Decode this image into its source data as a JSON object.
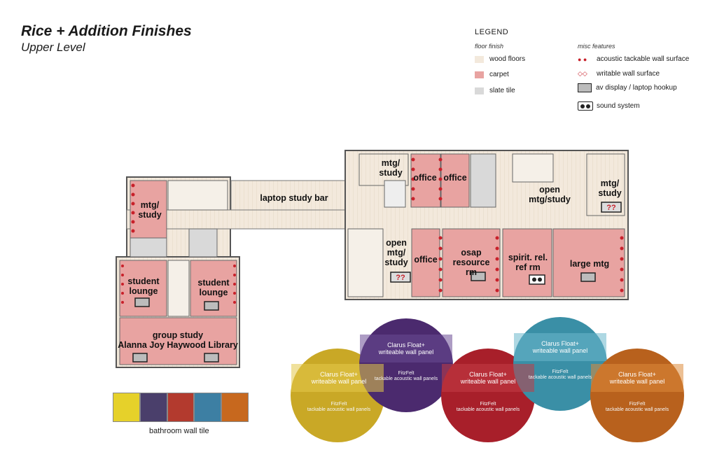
{
  "title": "Rice + Addition Finishes",
  "subtitle": "Upper Level",
  "legend": {
    "title": "LEGEND",
    "floor_heading": "floor finish",
    "misc_heading": "misc features",
    "floor_items": [
      {
        "label": "wood floors",
        "color": "#f3e9dc"
      },
      {
        "label": "carpet",
        "color": "#e8a3a1"
      },
      {
        "label": "slate tile",
        "color": "#d9d9d9"
      }
    ],
    "misc_items": [
      {
        "label": "acoustic tackable wall surface",
        "icon": "red-dots-icon"
      },
      {
        "label": "writable wall surface",
        "icon": "diamond-line-icon"
      },
      {
        "label": "av display / laptop hookup",
        "icon": "av-display-icon"
      },
      {
        "label": "sound system",
        "icon": "speaker-icon"
      }
    ]
  },
  "rooms": {
    "mtg_study_top": "mtg/\nstudy",
    "office_1": "office",
    "office_2": "office",
    "open_mtg_study_right": "open\nmtg/study",
    "mtg_study_far_right": "mtg/\nstudy",
    "mtg_study_left": "mtg/\nstudy",
    "laptop_study_bar": "laptop study bar",
    "open_mtg_study_center": "open\nmtg/\nstudy",
    "office_3": "office",
    "osap_resource": "osap\nresource\nrm",
    "spirit_rel": "spirit. rel.\nref rm",
    "large_mtg": "large mtg",
    "student_lounge_1": "student\nlounge",
    "student_lounge_2": "student\nlounge",
    "group_study": "group study\nAlanna Joy Haywood Library",
    "unknown_1": "??",
    "unknown_2": "??"
  },
  "bathroom_tile": {
    "caption": "bathroom wall tile",
    "colors": [
      "#e6d12a",
      "#4a3f6b",
      "#b33a2e",
      "#3d7fa3",
      "#c7681e"
    ]
  },
  "panels": [
    {
      "color": "#c9a826",
      "top": "Clarus Float+\nwriteable wall panel",
      "bottom": "FitzFelt\ntackable acoustic wall panels"
    },
    {
      "color": "#4b2a6e",
      "top": "Clarus Float+\nwriteable wall panel",
      "bottom": "FitzFelt\ntackable acoustic wall panels"
    },
    {
      "color": "#a81f2a",
      "top": "Clarus Float+\nwriteable wall panel",
      "bottom": "FitzFelt\ntackable acoustic wall panels"
    },
    {
      "color": "#3a8fa6",
      "top": "Clarus Float+\nwriteable wall panel",
      "bottom": "FitzFelt\ntackable acoustic wall panels"
    },
    {
      "color": "#b8611d",
      "top": "Clarus Float+\nwriteable wall panel",
      "bottom": "FitzFelt\ntackable acoustic wall panels"
    }
  ]
}
